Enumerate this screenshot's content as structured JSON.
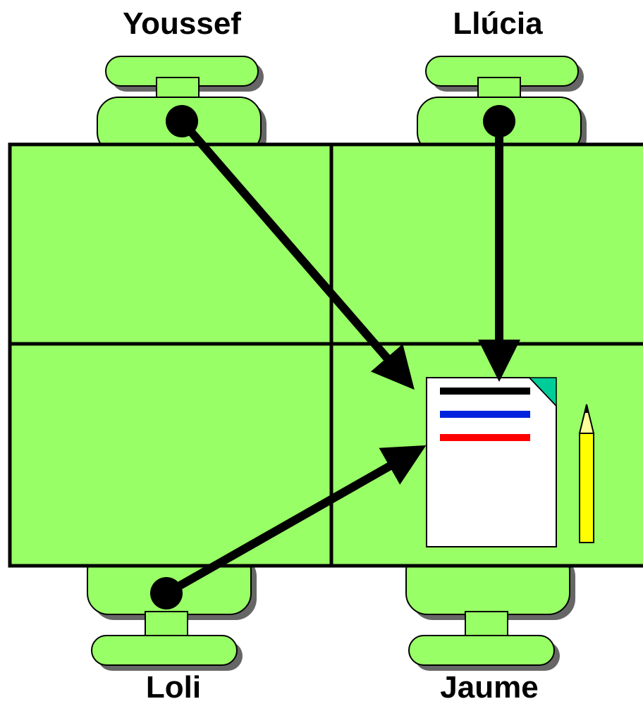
{
  "people": {
    "top_left": "Youssef",
    "top_right": "Llúcia",
    "bottom_left": "Loli",
    "bottom_right": "Jaume"
  },
  "colors": {
    "furniture": "#99ff66",
    "outline": "#000000",
    "shadow": "#666666",
    "paper": "#ffffff",
    "paper_corner": "#00cc99",
    "line_1": "#000000",
    "line_2": "#0022dd",
    "line_3": "#ff0000",
    "pencil_body": "#ffff00",
    "pencil_tip": "#ffff99"
  },
  "icons": [
    "chair-icon",
    "table-icon",
    "paper-icon",
    "pencil-icon",
    "arrow-icon"
  ]
}
